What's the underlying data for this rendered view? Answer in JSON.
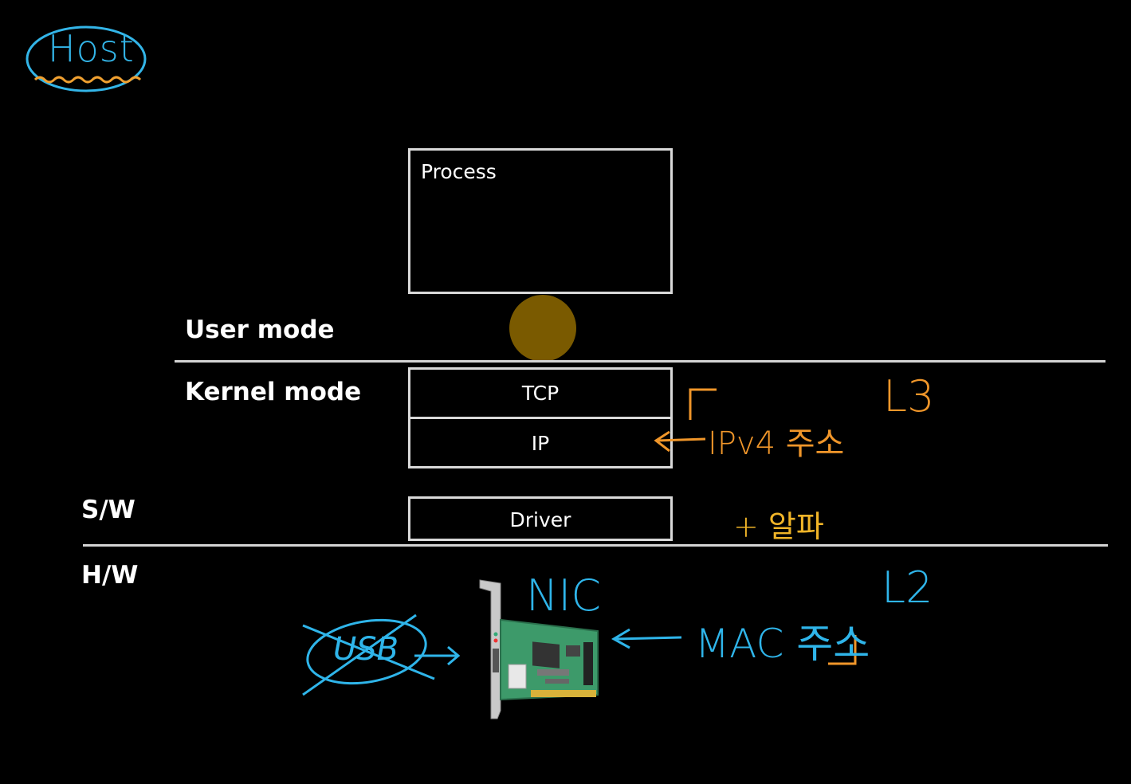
{
  "corner_tag": {
    "text": "Host",
    "color": "#33b5e8",
    "underline_color": "#f0a030"
  },
  "labels": {
    "user_mode": "User mode",
    "kernel_mode": "Kernel mode",
    "software": "S/W",
    "hardware": "H/W"
  },
  "stack": {
    "process": "Process",
    "tcp": "TCP",
    "ip": "IP",
    "driver": "Driver"
  },
  "annotations": {
    "ipv4": "IPv4 주소",
    "alpha": "+ 알파",
    "l3": "L3",
    "l2": "L2",
    "nic": "NIC",
    "mac": "MAC 주소",
    "usb": "USB"
  },
  "colors": {
    "orange": "#f0962a",
    "blue": "#2fb5ea",
    "cursor": "#7a5a00",
    "line": "#d4d4d4"
  },
  "nic_image": "network-card-icon"
}
